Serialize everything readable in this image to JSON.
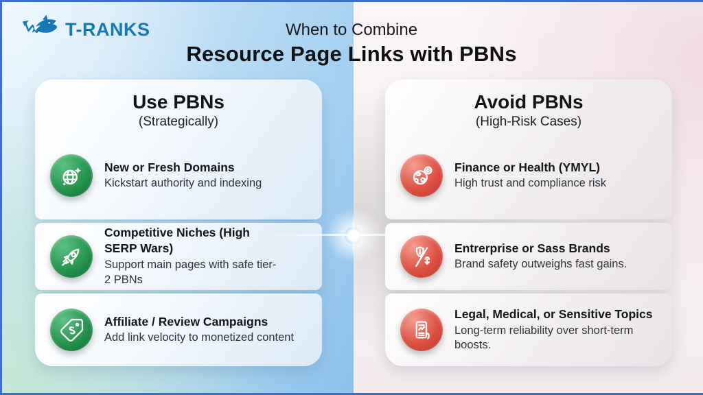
{
  "logo": {
    "brand": "T-RANKS",
    "icon": "shark-arrow-icon",
    "color": "#1579b6"
  },
  "header": {
    "kicker": "When to Combine",
    "title": "Resource Page Links with PBNs"
  },
  "panels": {
    "left": {
      "title": "Use PBNs",
      "subtitle": "(Strategically)",
      "accent_color": "#1d8a47",
      "items": [
        {
          "icon": "globe-sparkles-icon",
          "title": "New or Fresh Domains",
          "desc": "Kickstart authority and indexing"
        },
        {
          "icon": "rocket-icon",
          "title": "Competitive Niches (High SERP Wars)",
          "desc": "Support main pages with safe tier-2 PBNs"
        },
        {
          "icon": "price-tag-icon",
          "title": "Affiliate / Review Campaigns",
          "desc": "Add link velocity to monetized content"
        }
      ]
    },
    "right": {
      "title": "Avoid PBNs",
      "subtitle": "(High-Risk Cases)",
      "accent_color": "#d04038",
      "items": [
        {
          "icon": "globe-risk-icon",
          "title": "Finance or Health (YMYL)",
          "desc": "High trust and compliance risk"
        },
        {
          "icon": "shield-decline-icon",
          "title": "Entrerprise or Sass Brands",
          "desc": "Brand safety outweighs fast gains."
        },
        {
          "icon": "document-report-icon",
          "title": "Legal, Medical, or Sensitive Topics",
          "desc": "Long-term reliability over short-term boosts."
        }
      ]
    }
  },
  "colors": {
    "border": "#3e6fc5",
    "bg_left_blue": "#8ec2ec",
    "bg_left_mint": "#c6e8d4",
    "bg_right_pink": "#f4ecee",
    "title_text": "#0f1013"
  }
}
